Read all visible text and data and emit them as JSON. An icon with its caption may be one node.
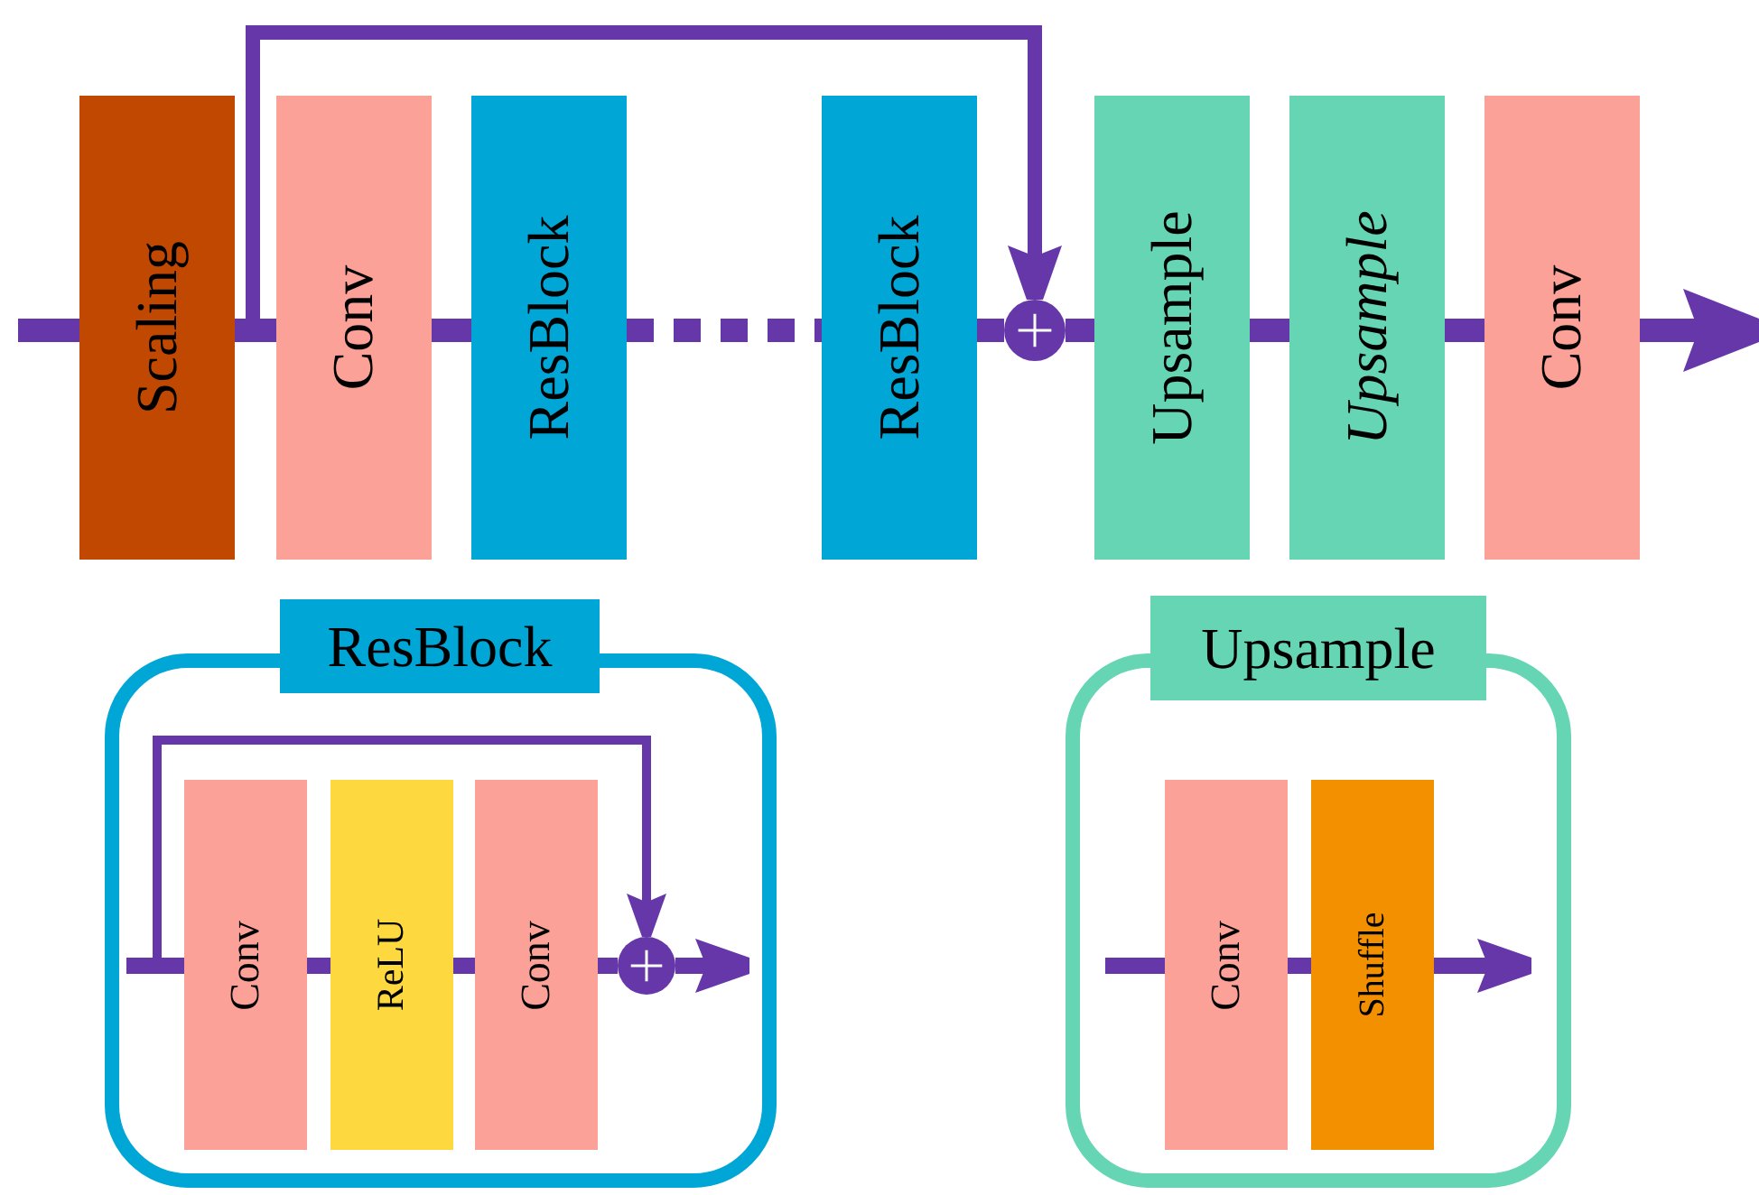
{
  "diagram": {
    "nodes": [
      {
        "text": [
          "Scaling"
        ]
      },
      {
        "text": [
          "Conv"
        ]
      },
      {
        "text": [
          "ResBlock"
        ]
      },
      {
        "text": [
          "ResBlock"
        ]
      },
      {
        "text": [],
        "shape": "circle"
      },
      {
        "text": [
          "Upsample"
        ]
      },
      {
        "text": [
          "Upsample"
        ]
      },
      {
        "text": [
          "Conv"
        ]
      },
      {
        "text": [
          "ResBlock"
        ]
      },
      {
        "text": [
          "Conv"
        ],
        "in": 8
      },
      {
        "text": [
          "ReLU"
        ],
        "in": 8
      },
      {
        "text": [
          "Conv"
        ],
        "in": 8
      },
      {
        "text": [],
        "shape": "circle",
        "in": 8
      },
      {
        "text": [
          "Upsample"
        ]
      },
      {
        "text": [
          "Conv"
        ],
        "in": 13
      },
      {
        "text": [
          "Shuffle"
        ],
        "in": 13
      }
    ],
    "edges": [
      {
        "from": null,
        "to": 0,
        "arrow": "none"
      },
      {
        "from": 0,
        "to": 1,
        "arrow": "none"
      },
      {
        "from": 1,
        "to": 2,
        "arrow": "none"
      },
      {
        "from": 2,
        "to": 3,
        "arrow": "none",
        "style": "dashed"
      },
      {
        "from": 3,
        "to": 4,
        "arrow": "none"
      },
      {
        "from": 4,
        "to": 5,
        "arrow": "none"
      },
      {
        "from": 5,
        "to": 6,
        "arrow": "none"
      },
      {
        "from": 6,
        "to": 7,
        "arrow": "none"
      },
      {
        "from": 7,
        "to": null,
        "arrow": "to"
      },
      {
        "from": 0,
        "to": 4,
        "arrow": "to"
      },
      {
        "from": null,
        "to": 9,
        "arrow": "none"
      },
      {
        "from": 9,
        "to": 10,
        "arrow": "none"
      },
      {
        "from": 10,
        "to": 11,
        "arrow": "none"
      },
      {
        "from": 11,
        "to": 12,
        "arrow": "none"
      },
      {
        "from": 12,
        "to": null,
        "arrow": "to"
      },
      {
        "from": null,
        "to": 12,
        "arrow": "to"
      },
      {
        "from": null,
        "to": 14,
        "arrow": "none"
      },
      {
        "from": 14,
        "to": 15,
        "arrow": "none"
      },
      {
        "from": 15,
        "to": null,
        "arrow": "to"
      }
    ]
  }
}
